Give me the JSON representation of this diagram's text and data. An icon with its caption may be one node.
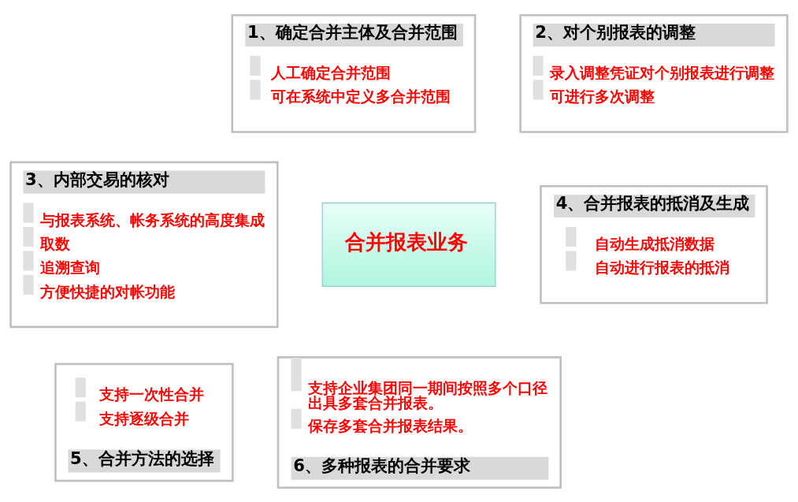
{
  "diagram": {
    "nodes": [
      {
        "text": [
          "1、确定合并主体及合并范围",
          "人工确定合并范围",
          "可在系统中定义多合并范围"
        ]
      },
      {
        "text": [
          "2、对个别报表的调整",
          "录入调整凭证对个别报表进行调整",
          "可进行多次调整"
        ]
      },
      {
        "text": [
          "3、内部交易的核对",
          "与报表系统、帐务系统的高度集成",
          "取数",
          "追溯查询",
          "方便快捷的对帐功能"
        ]
      },
      {
        "text": [
          "合并报表业务"
        ]
      },
      {
        "text": [
          "4、合并报表的抵消及生成",
          "自动生成抵消数据",
          "自动进行报表的抵消"
        ]
      },
      {
        "text": [
          "支持一次性合并",
          "支持逐级合并",
          "5、合并方法的选择"
        ]
      },
      {
        "text": [
          "支持企业集团同一期间按照多个口径出具多套合并报表。",
          "保存多套合并报表结果。",
          "6、多种报表的合并要求"
        ]
      }
    ],
    "edges": []
  }
}
